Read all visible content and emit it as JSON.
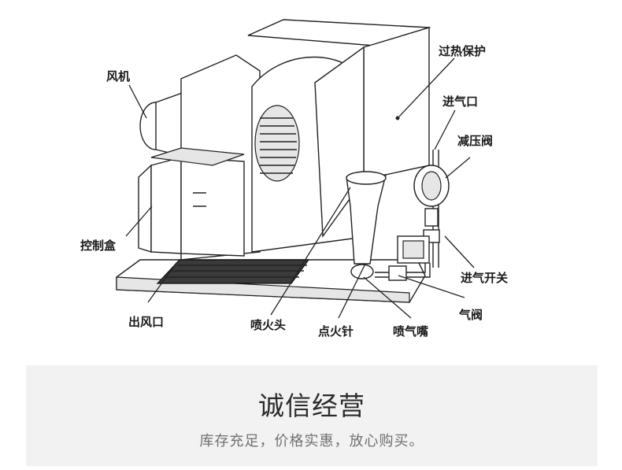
{
  "labels": {
    "overheat": "过热保护",
    "fan": "风机",
    "inlet": "进气口",
    "reducer": "减压阀",
    "control_box": "控制盒",
    "gas_switch": "进气开关",
    "outlet": "出风口",
    "nozzle_head": "喷火头",
    "igniter": "点火针",
    "gas_nozzle": "喷气嘴",
    "gas_valve": "气阀"
  },
  "banner": {
    "title": "诚信经营",
    "subtitle": "库存充足，价格实惠，放心购买。"
  }
}
